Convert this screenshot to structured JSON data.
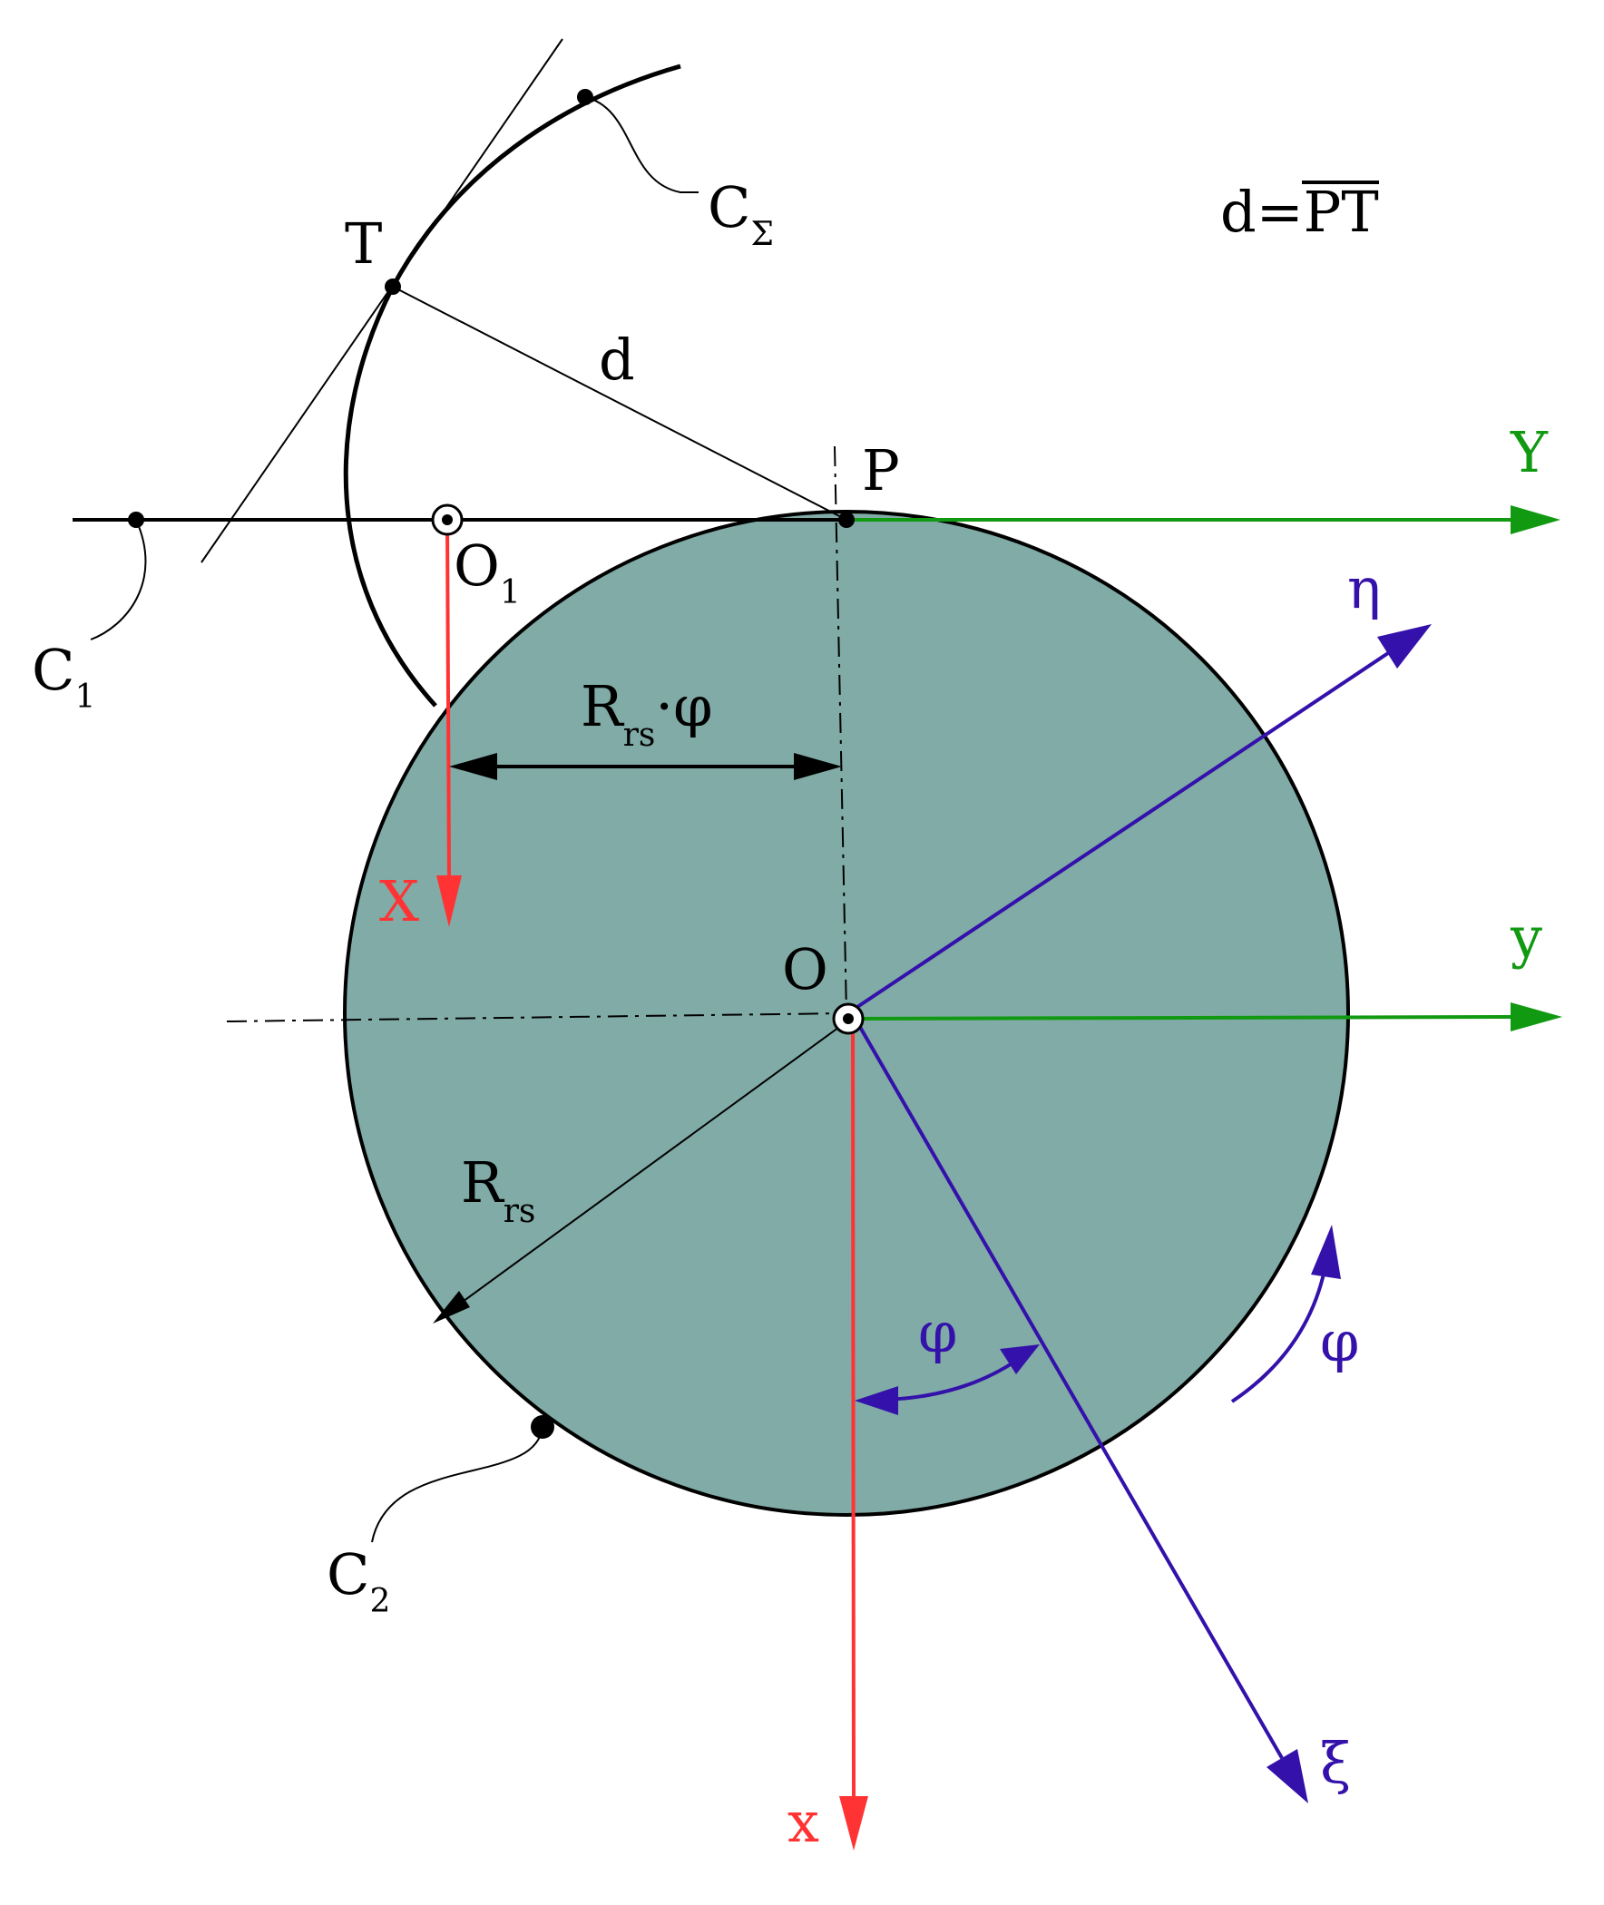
{
  "colors": {
    "disk_fill": "#80aba6",
    "black": "#000000",
    "red": "#ff3333",
    "green": "#119911",
    "blue": "#3311aa"
  },
  "labels": {
    "formula": {
      "lhs": "d=",
      "overline": "PT"
    },
    "T": "T",
    "C_sigma": {
      "main": "C",
      "sub": "Σ"
    },
    "d": "d",
    "P": "P",
    "Y": "Y",
    "O1": {
      "main": "O",
      "sub": "1"
    },
    "C1": {
      "main": "C",
      "sub": "1"
    },
    "Rrs_phi": {
      "main": "R",
      "sub": "rs",
      "tail": "·φ"
    },
    "eta": "η",
    "X": "X",
    "O": "O",
    "y": "y",
    "Rrs": {
      "main": "R",
      "sub": "rs"
    },
    "phi_inner": "φ",
    "phi_outer": "φ",
    "C2": {
      "main": "C",
      "sub": "2"
    },
    "xi": "ξ",
    "x": "x"
  }
}
